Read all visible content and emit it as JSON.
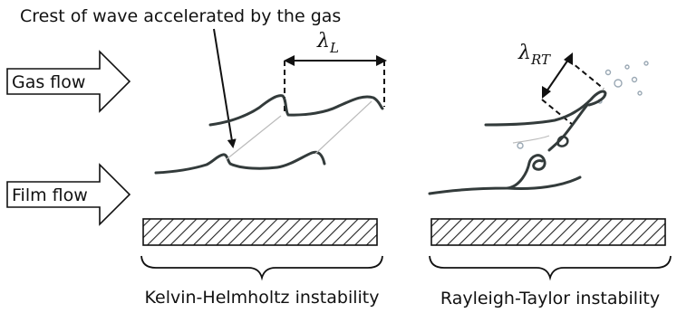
{
  "annotation": "Crest of wave accelerated by the gas",
  "arrows": {
    "gas": "Gas flow",
    "film": "Film flow"
  },
  "panels": [
    {
      "caption": "Kelvin-Helmholtz instability",
      "wavelength_symbol": "λ",
      "wavelength_subscript": "L"
    },
    {
      "caption": "Rayleigh-Taylor instability",
      "wavelength_symbol": "λ",
      "wavelength_subscript": "RT"
    }
  ],
  "colors": {
    "ink": "#333b3b",
    "hatch": "#222222",
    "droplets": "#9aa8b4"
  }
}
